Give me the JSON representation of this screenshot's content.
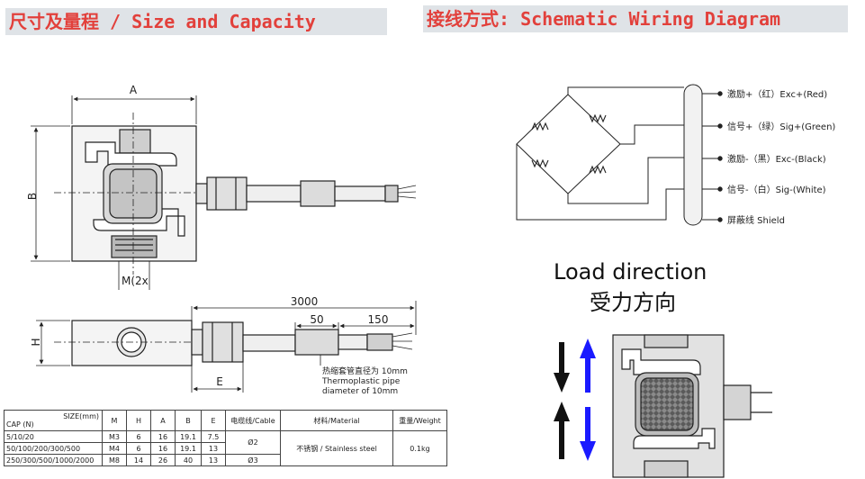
{
  "headers": {
    "left": "尺寸及量程 / Size and Capacity",
    "right": "接线方式: Schematic Wiring Diagram"
  },
  "dimensions": {
    "A": "A",
    "B": "B",
    "H": "H",
    "E": "E",
    "M": "M(2x",
    "cable_length": "3000",
    "seg1": "50",
    "seg2": "150",
    "pipe_cn": "热缩套管直径为 10mm",
    "pipe_en1": "Thermoplastic pipe",
    "pipe_en2": "diameter of 10mm"
  },
  "wiring": [
    {
      "label": "激励+（红）Exc+(Red)",
      "color": "#d0021b"
    },
    {
      "label": "信号+（绿）Sig+(Green)",
      "color": "#2e8b57"
    },
    {
      "label": "激励-（黑）Exc-(Black)",
      "color": "#000000"
    },
    {
      "label": "信号-（白）Sig-(White)",
      "color": "#ffffff"
    },
    {
      "label": "屏蔽线 Shield",
      "color": "#888888"
    }
  ],
  "load": {
    "title": "Load direction",
    "subtitle": "受力方向",
    "arrow_colors": [
      "#000000",
      "#1a1aff"
    ]
  },
  "table": {
    "corner_top": "SIZE(mm)",
    "corner_bottom": "CAP (N)",
    "columns": [
      "M",
      "H",
      "A",
      "B",
      "E",
      "电缆线/Cable",
      "材料/Material",
      "重量/Weight"
    ],
    "rows": [
      {
        "cap": "5/10/20",
        "M": "M3",
        "H": "6",
        "A": "16",
        "B": "19.1",
        "E": "7.5"
      },
      {
        "cap": "50/100/200/300/500",
        "M": "M4",
        "H": "6",
        "A": "16",
        "B": "19.1",
        "E": "13"
      },
      {
        "cap": "250/300/500/1000/2000",
        "M": "M8",
        "H": "14",
        "A": "26",
        "B": "40",
        "E": "13"
      }
    ],
    "cable_small": "Ø2",
    "cable_large": "Ø3",
    "material": "不锈钢 / Stainless steel",
    "weight": "0.1kg"
  }
}
